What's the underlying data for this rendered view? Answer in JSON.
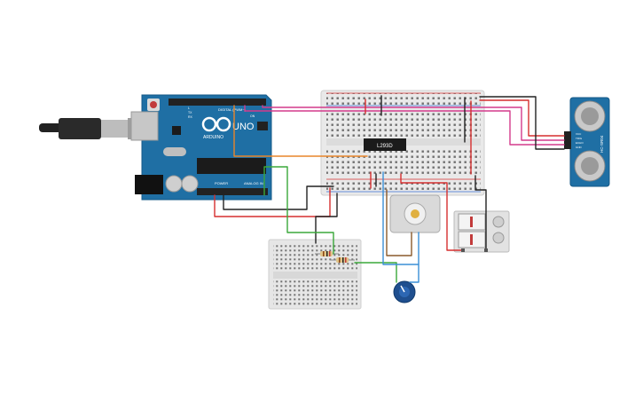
{
  "arduino": {
    "logo": "ARDUINO",
    "model": "UNO",
    "digital_label": "DIGITAL (PWM~)",
    "power_label": "POWER",
    "analog_label": "ANALOG IN",
    "tx_label": "TX",
    "rx_label": "RX",
    "on_label": "ON",
    "l_label": "L"
  },
  "driver_chip": {
    "label": "L293D"
  },
  "sensor": {
    "label": "HC-SR04",
    "pins": [
      "VCC",
      "TRIG",
      "ECHO",
      "GND"
    ]
  },
  "colors": {
    "arduino_board": "#1f6fa4",
    "breadboard": "#e9e9e9",
    "wire_red": "#d62f2f",
    "wire_black": "#222222",
    "wire_magenta": "#d43a8c",
    "wire_orange": "#e8862a",
    "wire_green": "#3aa83a",
    "wire_blue": "#3a8fd6",
    "wire_brown": "#8a5a2b",
    "sensor_board": "#1f6fa4",
    "pot_knob": "#1f4f8f"
  }
}
